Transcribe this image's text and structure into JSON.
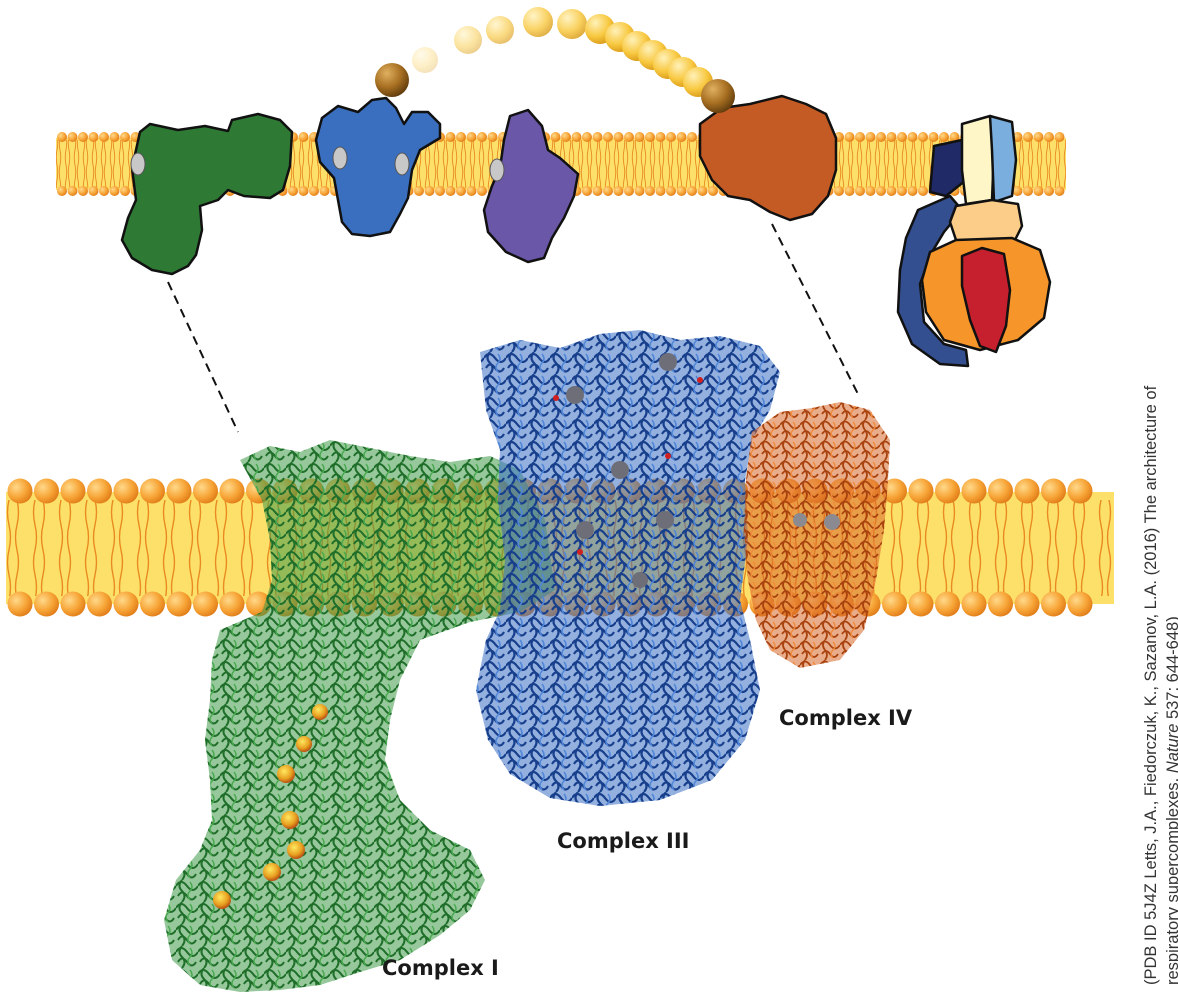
{
  "labels": {
    "complex_1": "Complex I",
    "complex_3": "Complex III",
    "complex_4": "Complex IV"
  },
  "credit": {
    "line1": "(PDB ID 5J4Z Letts, J.A., Fiedorczuk, K., Sazanov, L.A. (2016) The architecture of",
    "line2_prefix": "respiratory supercomplexes. ",
    "journal": "Nature",
    "line2_suffix": " 537: 644-648)"
  },
  "colors": {
    "lipid_head": "#f5a030",
    "lipid_core": "#fde06a",
    "complex_1": "#2e7a35",
    "complex_3": "#3a6fbf",
    "complex_3_structure": "#2456a8",
    "purple_complex": "#6a57a8",
    "complex_4": "#c45a24",
    "quinone": "#9a6a20",
    "cytochrome_c": "#f8c840"
  }
}
